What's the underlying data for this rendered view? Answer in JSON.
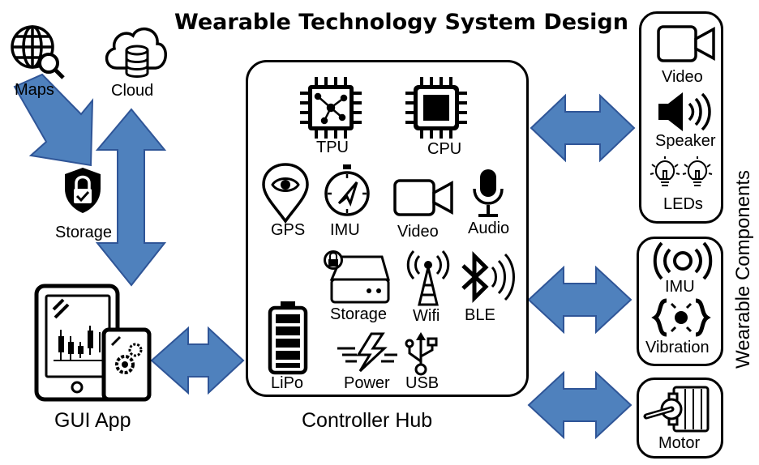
{
  "title": "Wearable Technology System Design",
  "left": {
    "maps": "Maps",
    "cloud": "Cloud",
    "storage": "Storage",
    "gui_app": "GUI App"
  },
  "hub": {
    "caption": "Controller Hub",
    "tpu": "TPU",
    "cpu": "CPU",
    "gps": "GPS",
    "imu": "IMU",
    "video": "Video",
    "audio": "Audio",
    "storage": "Storage",
    "wifi": "Wifi",
    "ble": "BLE",
    "lipo": "LiPo",
    "power": "Power",
    "usb": "USB"
  },
  "right": {
    "group_label": "Wearable Components",
    "video": "Video",
    "speaker": "Speaker",
    "leds": "LEDs",
    "imu": "IMU",
    "vibration": "Vibration",
    "motor": "Motor"
  },
  "colors": {
    "arrow_fill": "#4f81bd",
    "arrow_stroke": "#2f5597"
  }
}
